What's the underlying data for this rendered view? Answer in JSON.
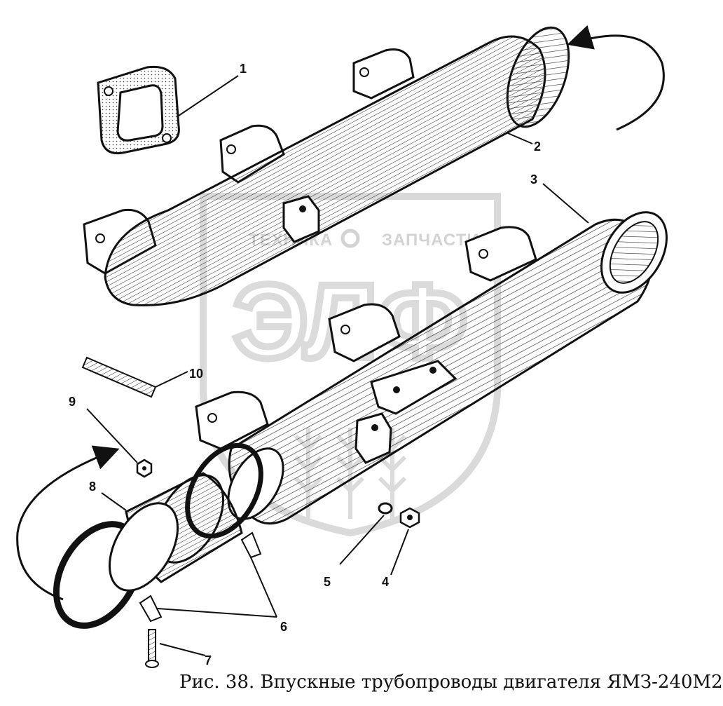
{
  "figure": {
    "caption": "Рис. 38. Впускные трубопроводы двигателя ЯМЗ-240М2",
    "callouts": [
      "1",
      "2",
      "3",
      "4",
      "5",
      "6",
      "7",
      "8",
      "9",
      "10"
    ]
  },
  "watermark": {
    "left_text": "ТЕХНИКА",
    "right_text": "ЗАПЧАСТИ",
    "logo_letters": "ЭЛФ"
  },
  "colors": {
    "ink": "#111111",
    "watermark": "#cfcfcf",
    "background": "#ffffff"
  }
}
